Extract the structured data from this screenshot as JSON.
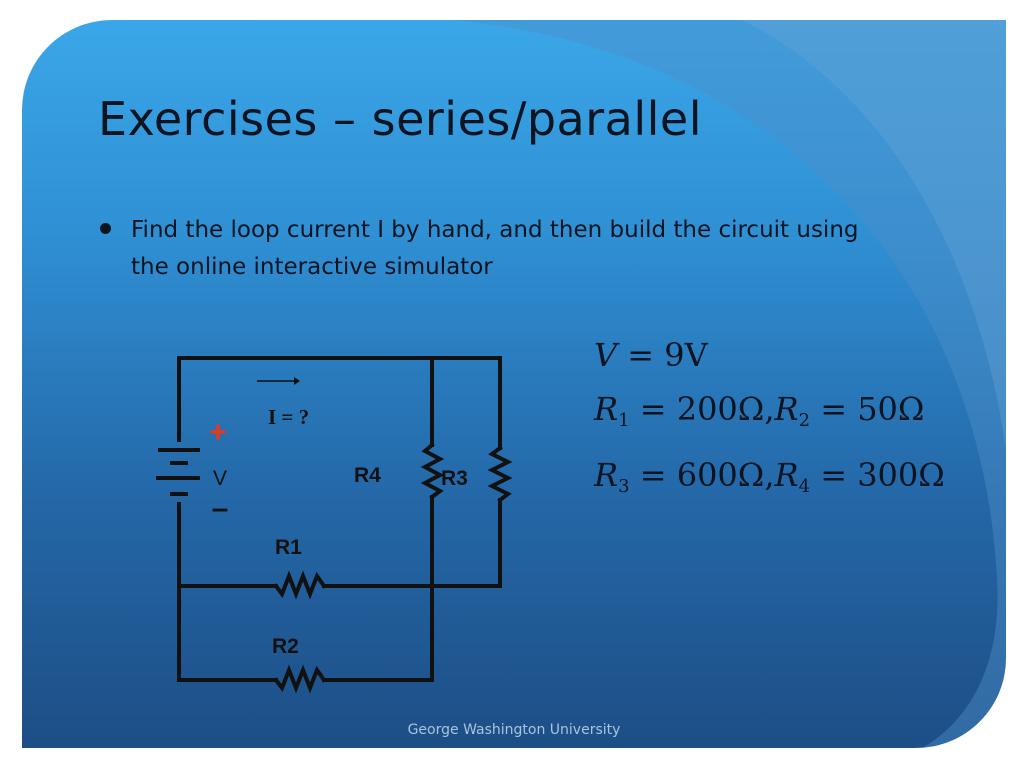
{
  "slide": {
    "title": "Exercises – series/parallel",
    "bullet": "Find the loop current I by hand, and then build the circuit using the online interactive simulator",
    "footer": "George Washington University"
  },
  "circuit": {
    "current_label": "I = ?",
    "plus_sign": "+",
    "minus_sign": "–",
    "voltage_label": "V",
    "r1_label": "R1",
    "r2_label": "R2",
    "r3_label": "R3",
    "r4_label": "R4"
  },
  "equations": {
    "eq1": {
      "lhs": "V",
      "rhs": " = 9V"
    },
    "eq2": {
      "r1": "R",
      "r1_sub": "1",
      "r1_val": " = 200Ω,",
      "r2": "R",
      "r2_sub": "2",
      "r2_val": " = 50Ω"
    },
    "eq3": {
      "r3": "R",
      "r3_sub": "3",
      "r3_val": " = 600Ω,",
      "r4": "R",
      "r4_sub": "4",
      "r4_val": " = 300Ω"
    }
  },
  "colors": {
    "wire": "#111111",
    "plus": "#e8381c",
    "minus": "#111111",
    "text": "#0b1420"
  }
}
